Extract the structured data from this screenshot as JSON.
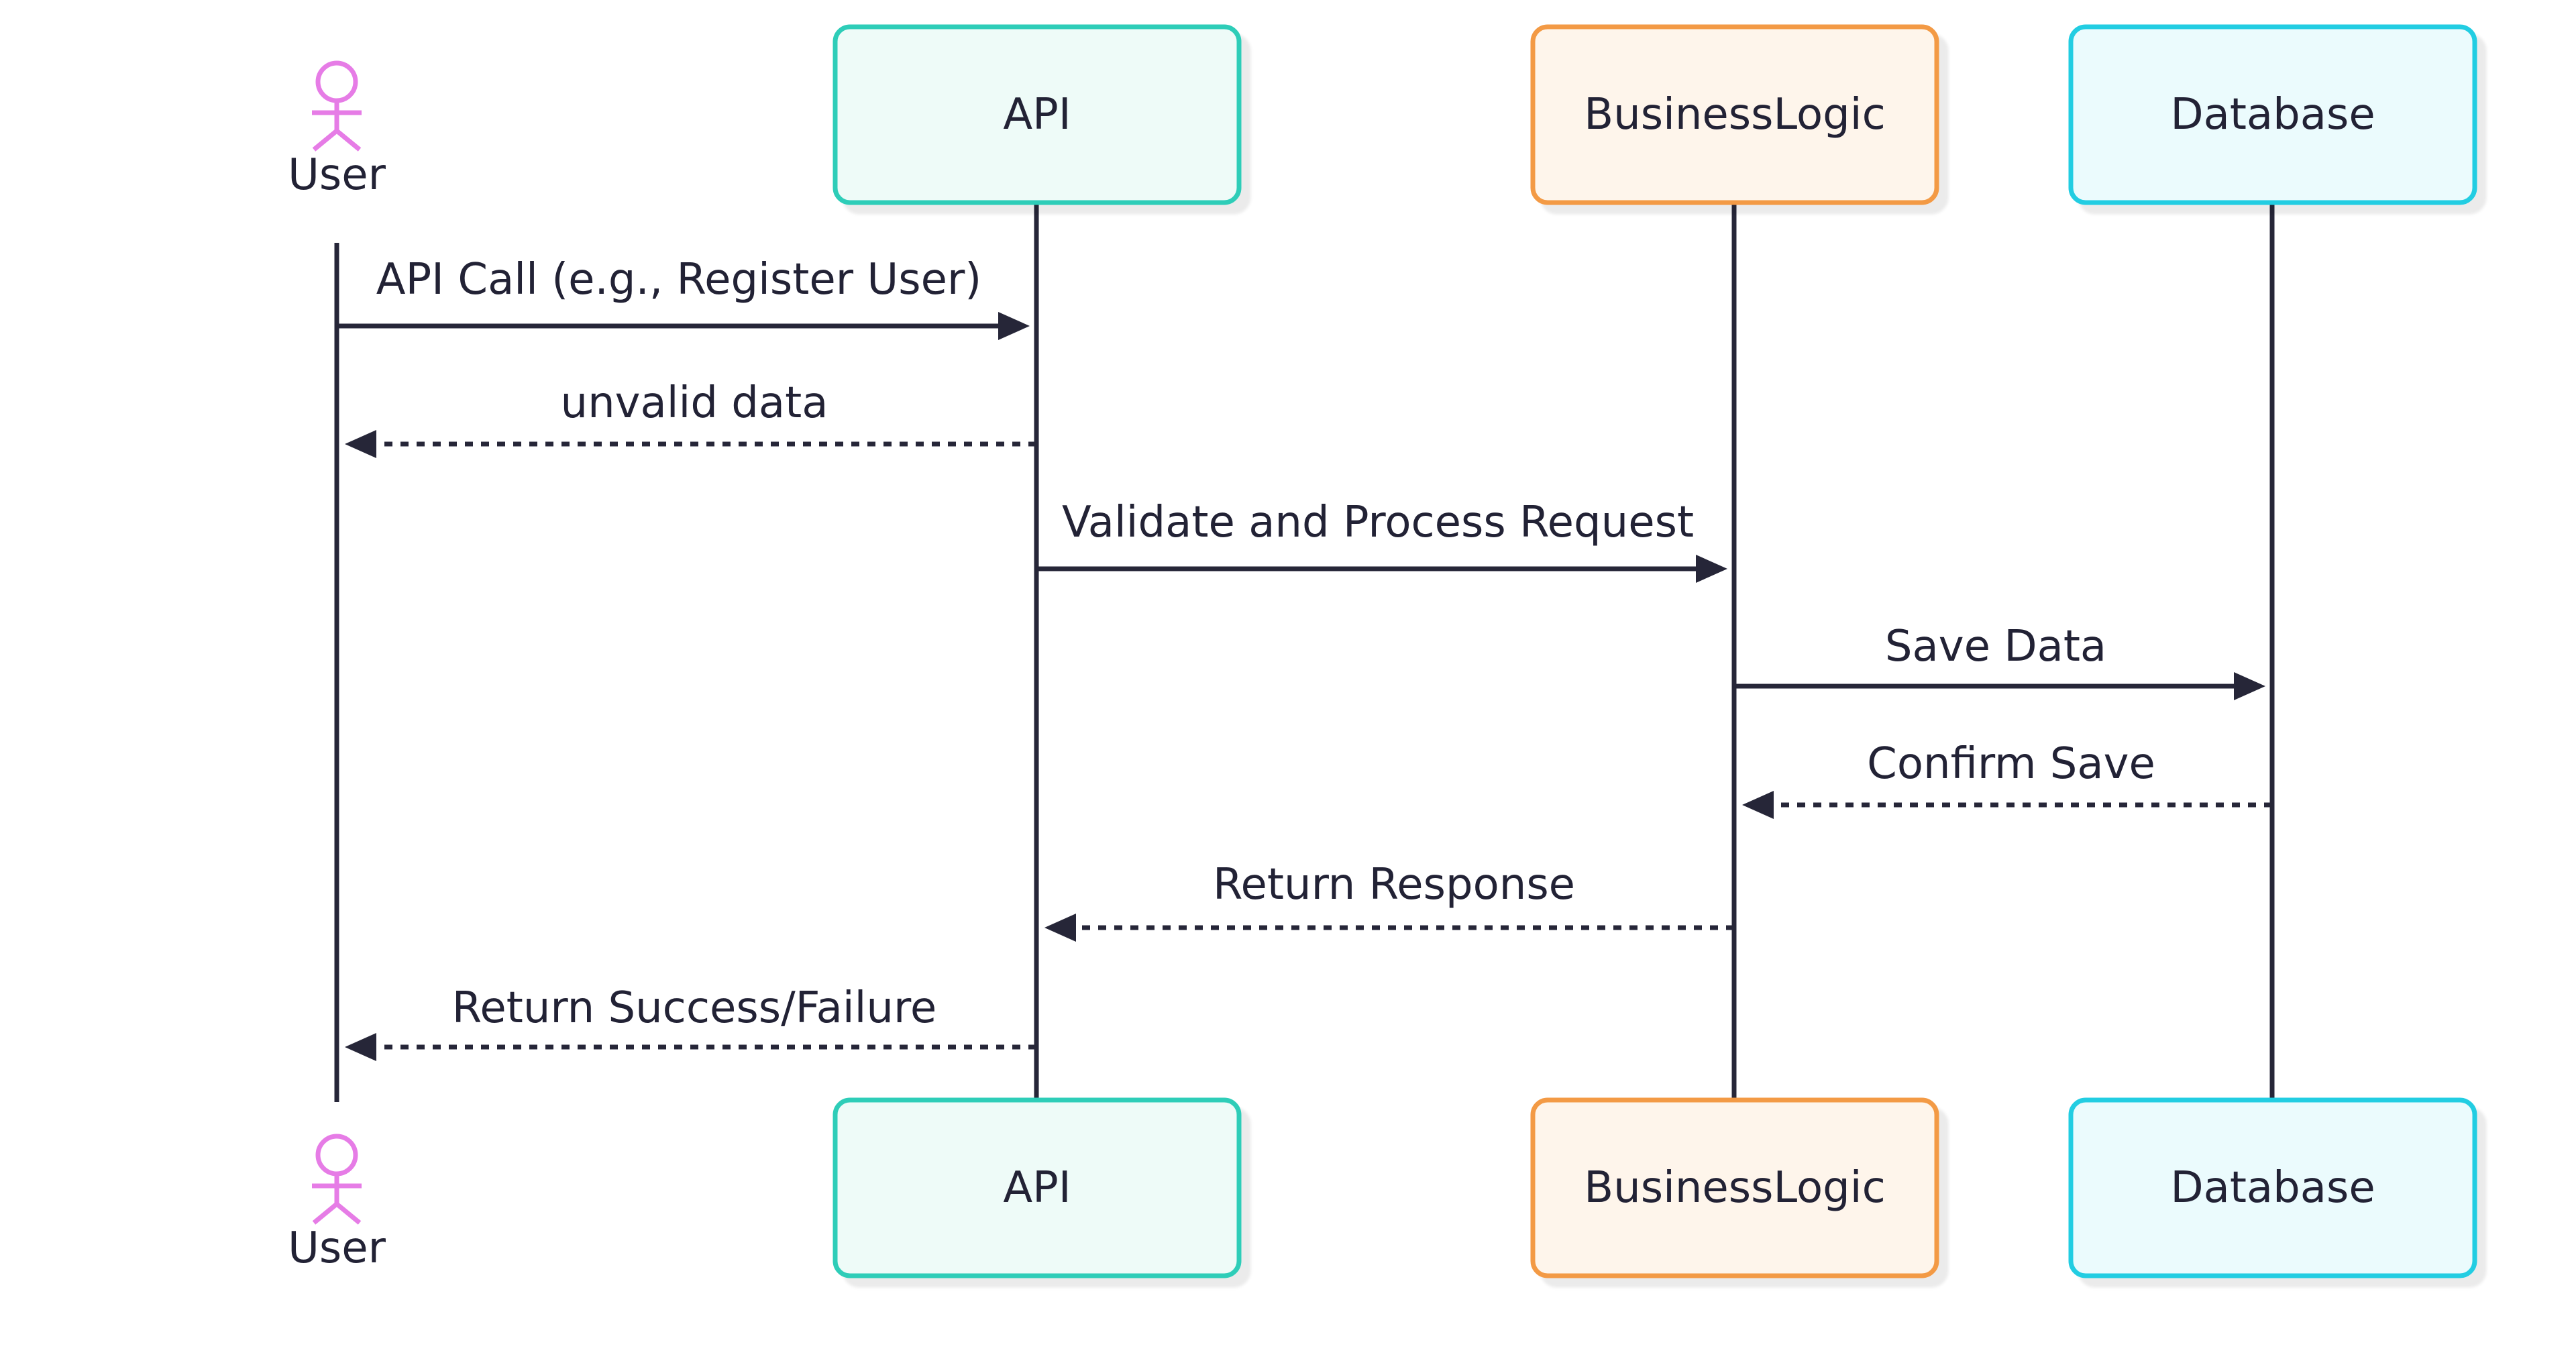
{
  "participants": [
    {
      "id": "user",
      "label": "User",
      "kind": "actor",
      "color": "#E67CE6"
    },
    {
      "id": "api",
      "label": "API",
      "kind": "box",
      "border": "#2DCDB8",
      "fill": "#EEFBF8"
    },
    {
      "id": "logic",
      "label": "BusinessLogic",
      "kind": "box",
      "border": "#F39A45",
      "fill": "#FEF5EB"
    },
    {
      "id": "db",
      "label": "Database",
      "kind": "box",
      "border": "#22CDE2",
      "fill": "#EBFBFD"
    }
  ],
  "messages": [
    {
      "from": "user",
      "to": "api",
      "label": "API Call (e.g., Register User)",
      "style": "solid"
    },
    {
      "from": "api",
      "to": "user",
      "label": "unvalid data",
      "style": "dashed"
    },
    {
      "from": "api",
      "to": "logic",
      "label": "Validate and Process Request",
      "style": "solid"
    },
    {
      "from": "logic",
      "to": "db",
      "label": "Save Data",
      "style": "solid"
    },
    {
      "from": "db",
      "to": "logic",
      "label": "Confirm Save",
      "style": "dashed"
    },
    {
      "from": "logic",
      "to": "api",
      "label": "Return Response",
      "style": "dashed"
    },
    {
      "from": "api",
      "to": "user",
      "label": "Return Success/Failure",
      "style": "dashed"
    }
  ]
}
